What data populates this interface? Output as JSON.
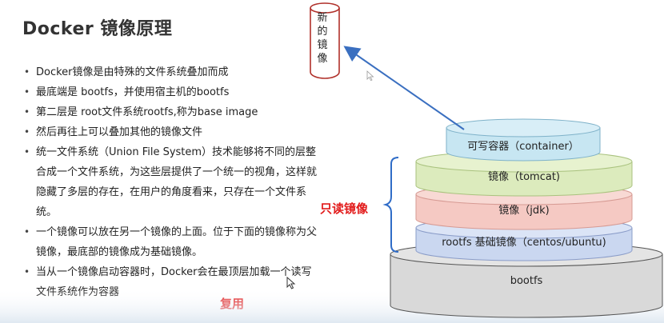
{
  "title": "Docker 镜像原理",
  "bullets": [
    "Docker镜像是由特殊的文件系统叠加而成",
    "最底端是 bootfs，并使用宿主机的bootfs",
    "第二层是 root文件系统rootfs,称为base image",
    "然后再往上可以叠加其他的镜像文件",
    "统一文件系统（Union File System）技术能够将不同的层整合成一个文件系统，为这些层提供了一个统一的视角，这样就隐藏了多层的存在，在用户的角度看来，只存在一个文件系统。",
    "一个镜像可以放在另一个镜像的上面。位于下面的镜像称为父镜像，最底部的镜像成为基础镜像。",
    "当从一个镜像启动容器时，Docker会在最顶层加载一个读写文件系统作为容器"
  ],
  "reuse_label": "复用",
  "readonly_label": "只读镜像",
  "new_image_label": "新的镜像",
  "layers": {
    "container": "可写容器（container）",
    "tomcat": "镜像（tomcat)",
    "jdk": "镜像（jdk)",
    "rootfs": "rootfs 基础镜像（centos/ubuntu)",
    "bootfs": "bootfs"
  },
  "colors": {
    "container": "#c7e6f2",
    "tomcat": "#dcebbd",
    "jdk": "#f5c9c3",
    "rootfs": "#cad7f0",
    "bootfs": "#d9d9d9",
    "accent_red": "#e21b1b",
    "arrow_blue": "#3a6fc0",
    "brace_blue": "#2f6cc7",
    "new_image_border": "#b0302a"
  }
}
